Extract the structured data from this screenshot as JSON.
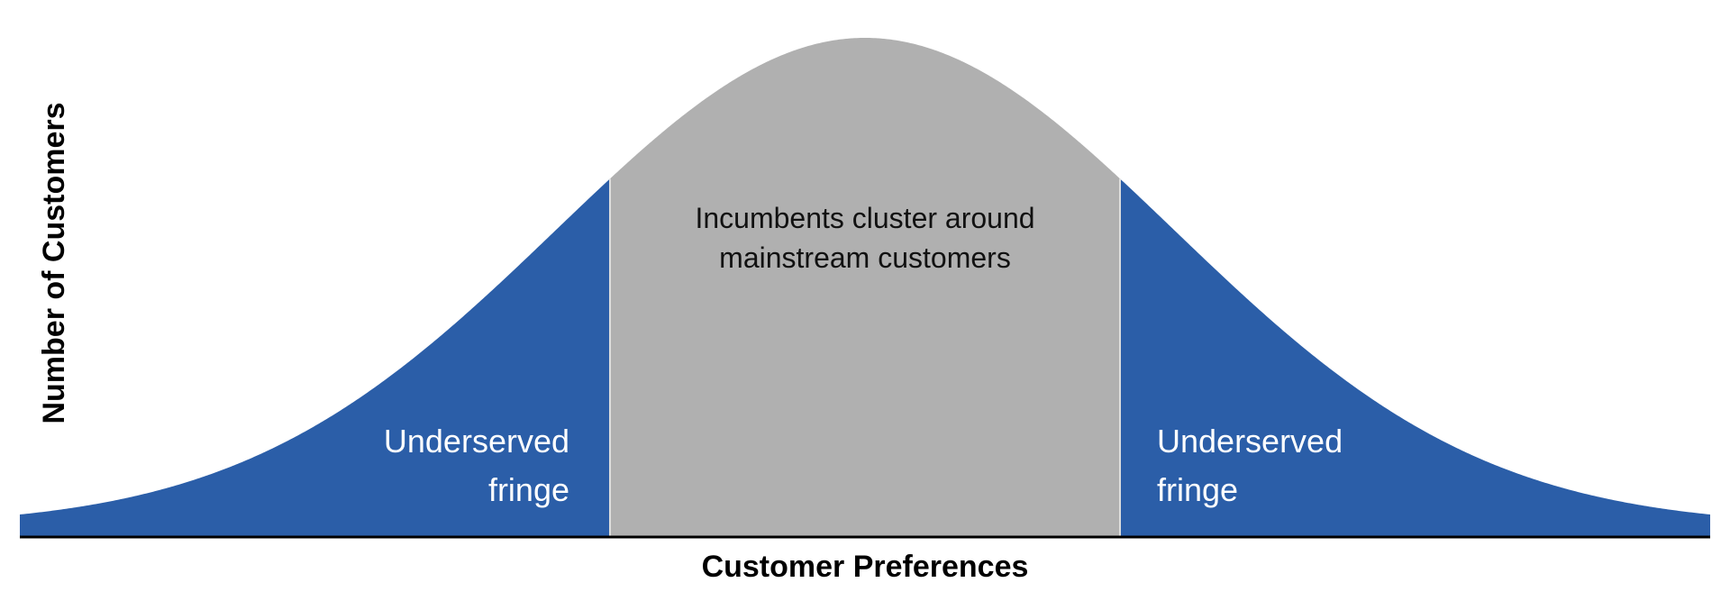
{
  "diagram": {
    "y_axis_label": "Number of Customers",
    "x_axis_label": "Customer Preferences",
    "center_note": [
      "Incumbents cluster around",
      "mainstream customers"
    ],
    "left_label": [
      "Underserved",
      "fringe"
    ],
    "right_label": [
      "Underserved",
      "fringe"
    ],
    "colors": {
      "tail": "#2b5ea8",
      "center": "#b0b0b0",
      "axis": "#000000",
      "divider": "#dddddd"
    }
  }
}
